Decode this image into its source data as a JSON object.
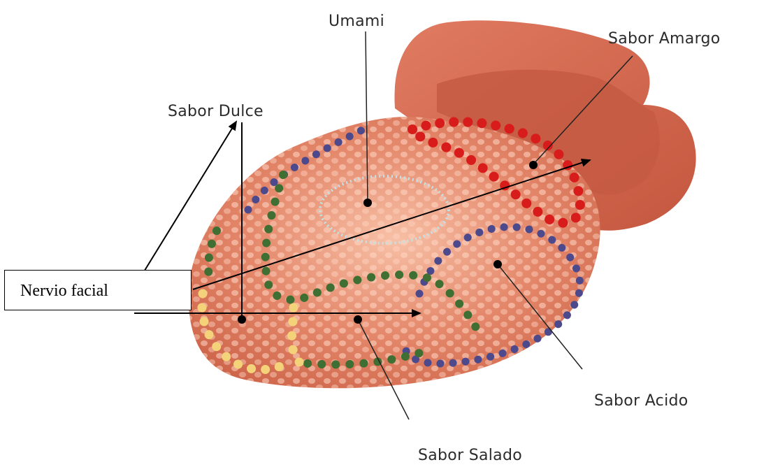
{
  "labels": {
    "umami": "Umami",
    "bitter": "Sabor Amargo",
    "sweet": "Sabor Dulce",
    "sour": "Sabor Acido",
    "salty": "Sabor Salado",
    "nerve": "Nervio facial"
  },
  "colors": {
    "tongue_main": "#d9735a",
    "tongue_light": "#f4b49b",
    "tongue_back": "#c65a43",
    "bitter_dots": "#d81c1c",
    "sour_dots": "#4c4a8c",
    "salty_dots": "#3f6f32",
    "sweet_dots": "#f3d27a",
    "umami_ring": "#bfe3e8",
    "leader": "#222222"
  }
}
